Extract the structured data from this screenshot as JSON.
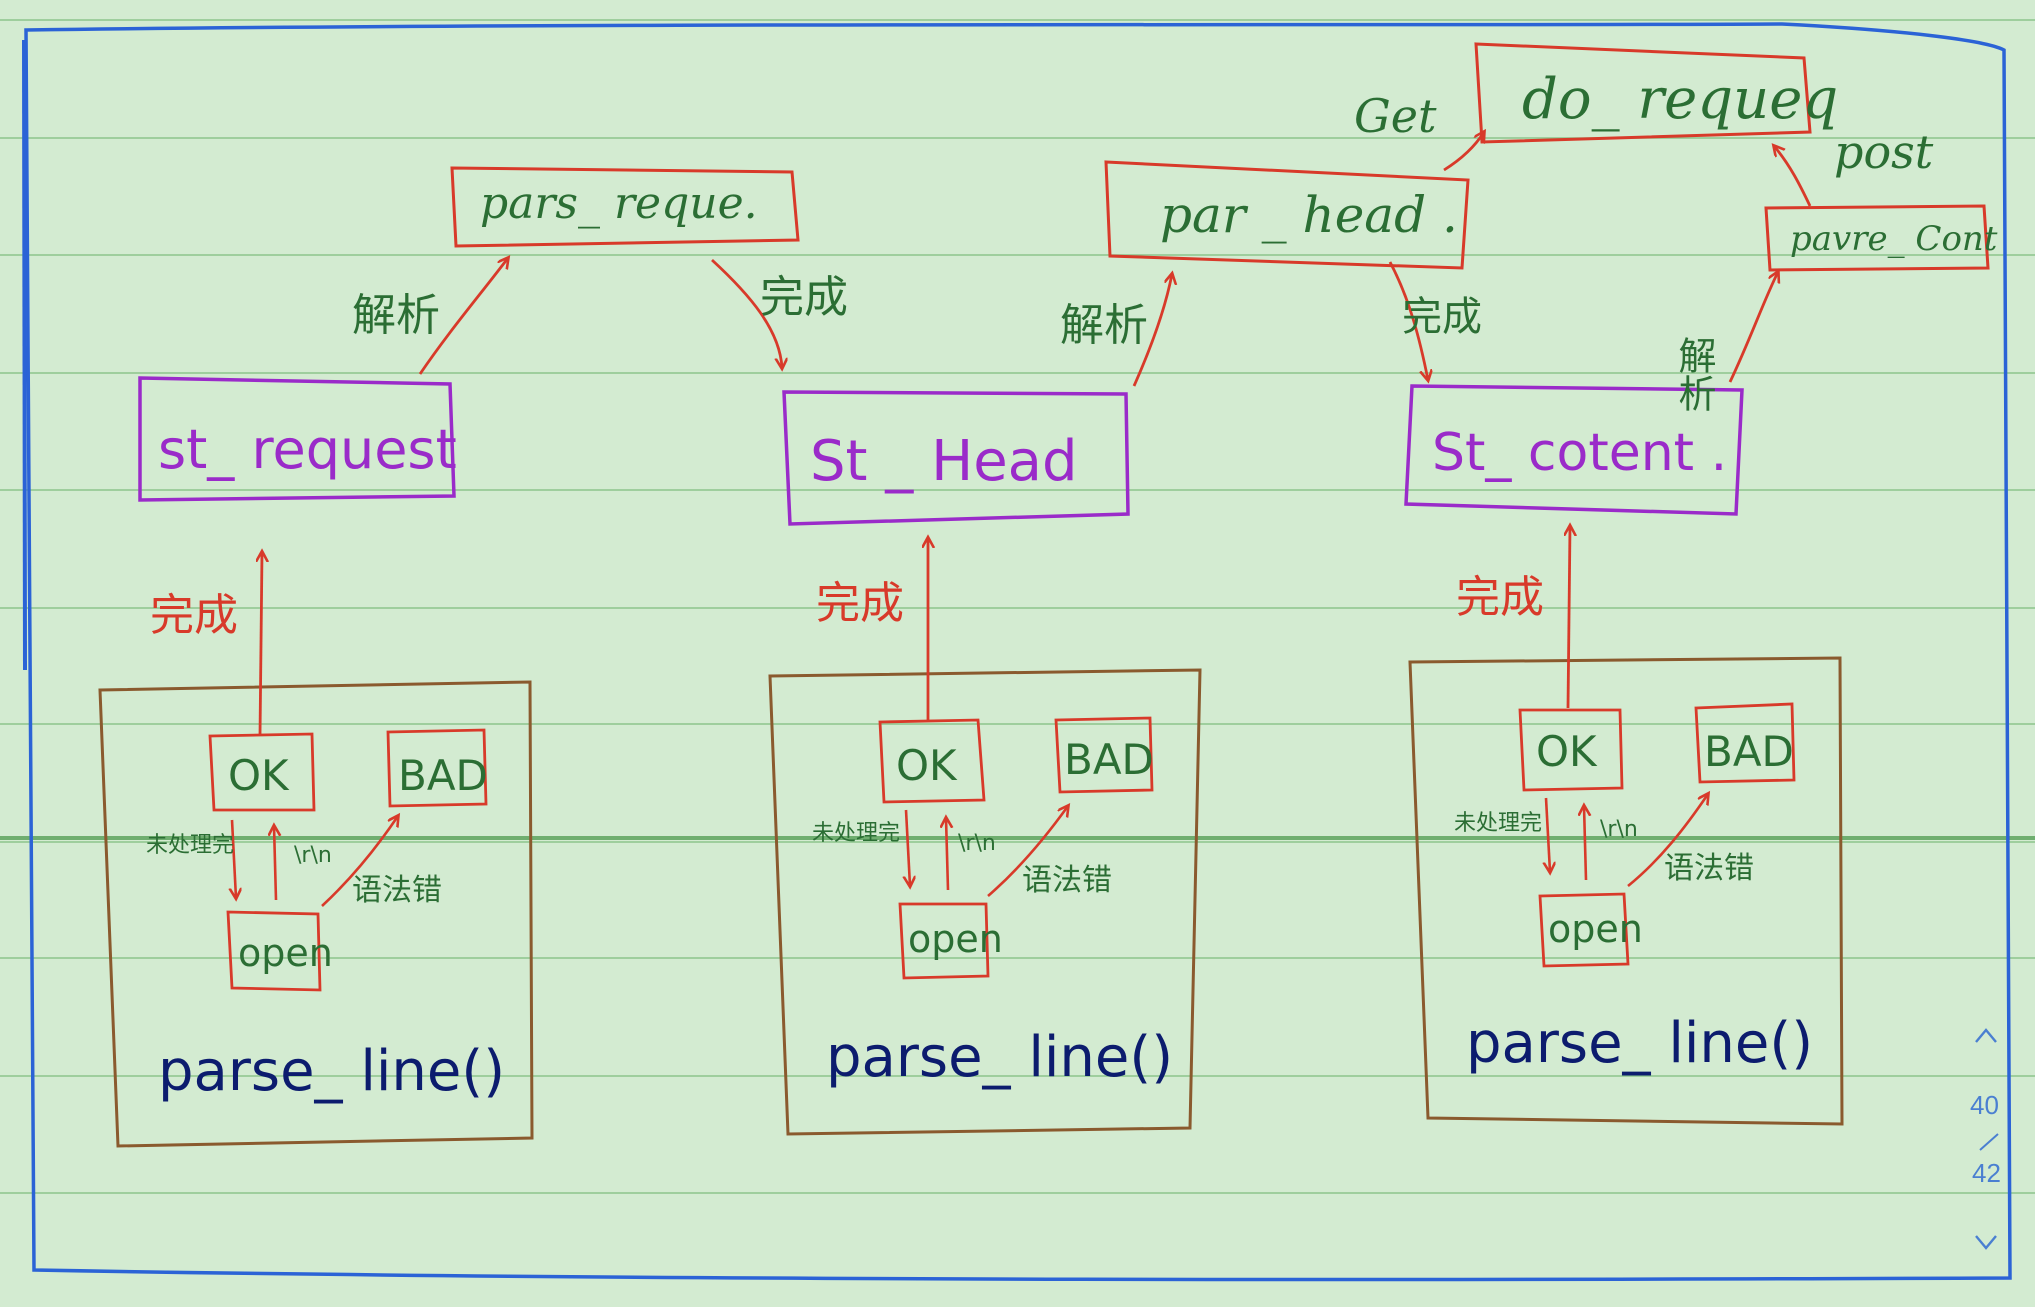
{
  "colors": {
    "paper": "#d3ebd1",
    "rule": "#8cc58c",
    "rule_strong": "#6fae6f",
    "frame": "#2b63d6",
    "state_box": "#9a2bc9",
    "state_text": "#9a2bc9",
    "func_box": "#d83a2a",
    "func_text": "#2b6e34",
    "arrow": "#d83a2a",
    "label_green": "#2b6e34",
    "label_red": "#d83a2a",
    "parser_box": "#8a5a2e",
    "parser_text": "#0c1c6e",
    "page_indicator": "#4a7fd1"
  },
  "functions": {
    "parse_request": "pars_ reque.",
    "parse_head": "par _ head .",
    "do_request": "do_ requeq",
    "parse_content": "pavre_ Cont"
  },
  "states": {
    "request": "st_ request",
    "head": "St _ Head",
    "content": "St_ cotent ."
  },
  "labels": {
    "parse_1": "解析",
    "done_1": "完成",
    "parse_2": "解析",
    "done_2": "完成",
    "parse_3": "解析",
    "get": "Get",
    "post": "post",
    "complete": "完成"
  },
  "parsers": [
    {
      "ok": "OK",
      "bad": "BAD",
      "open": "open",
      "unfinished": "未处理完",
      "rn": "\\r\\n",
      "syntax_error": "语法错",
      "title": "parse_ line()"
    },
    {
      "ok": "OK",
      "bad": "BAD",
      "open": "open",
      "unfinished": "未处理完",
      "rn": "\\r\\n",
      "syntax_error": "语法错",
      "title": "parse_ line()"
    },
    {
      "ok": "OK",
      "bad": "BAD",
      "open": "open",
      "unfinished": "未处理完",
      "rn": "\\r\\n",
      "syntax_error": "语法错",
      "title": "parse_ line()"
    }
  ],
  "page": {
    "current": "40",
    "total": "42"
  }
}
